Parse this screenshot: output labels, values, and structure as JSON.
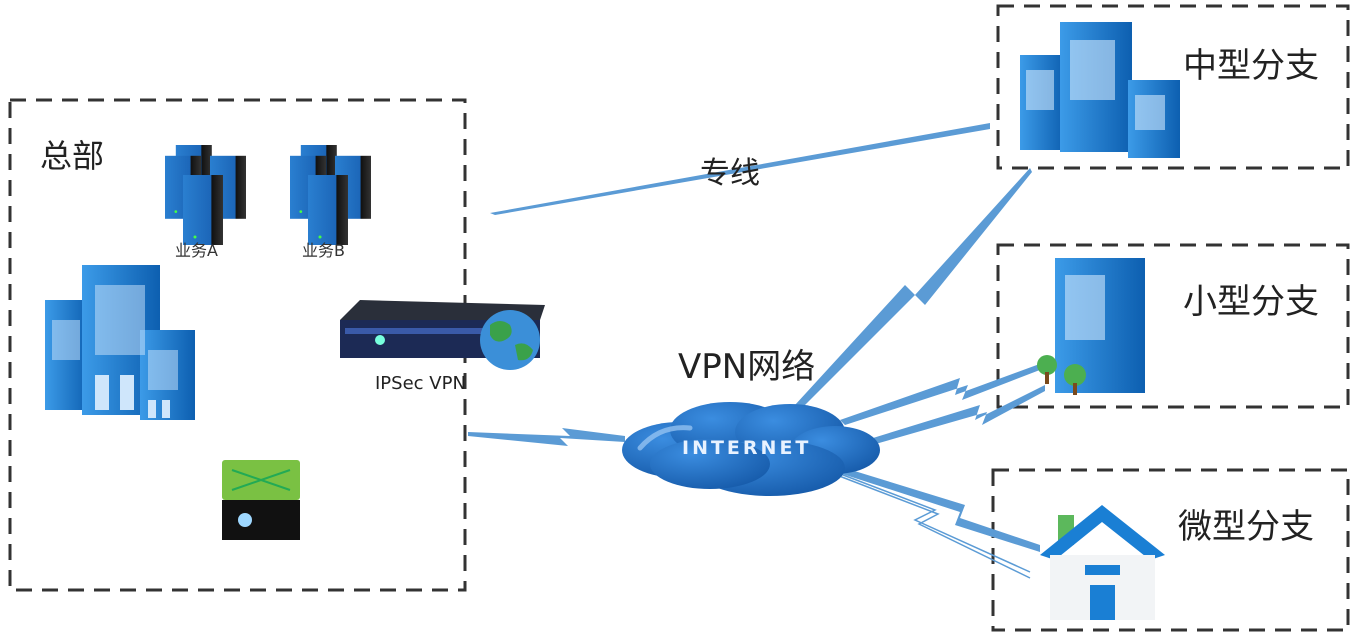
{
  "headquarters": {
    "title": "总部",
    "servers": [
      {
        "label": "业务A"
      },
      {
        "label": "业务B"
      }
    ],
    "vpn_device_label": "IPSec VPN"
  },
  "links": {
    "leased_line_label": "专线",
    "vpn_network_label": "VPN网络",
    "cloud_label": "INTERNET"
  },
  "branches": [
    {
      "label": "中型分支",
      "icon": "building-cluster-icon"
    },
    {
      "label": "小型分支",
      "icon": "building-icon"
    },
    {
      "label": "微型分支",
      "icon": "house-icon"
    }
  ],
  "colors": {
    "link": "#5b9bd5",
    "cloud": "#1f6fc1",
    "building": "#1a7fd4",
    "box_border": "#333333"
  }
}
